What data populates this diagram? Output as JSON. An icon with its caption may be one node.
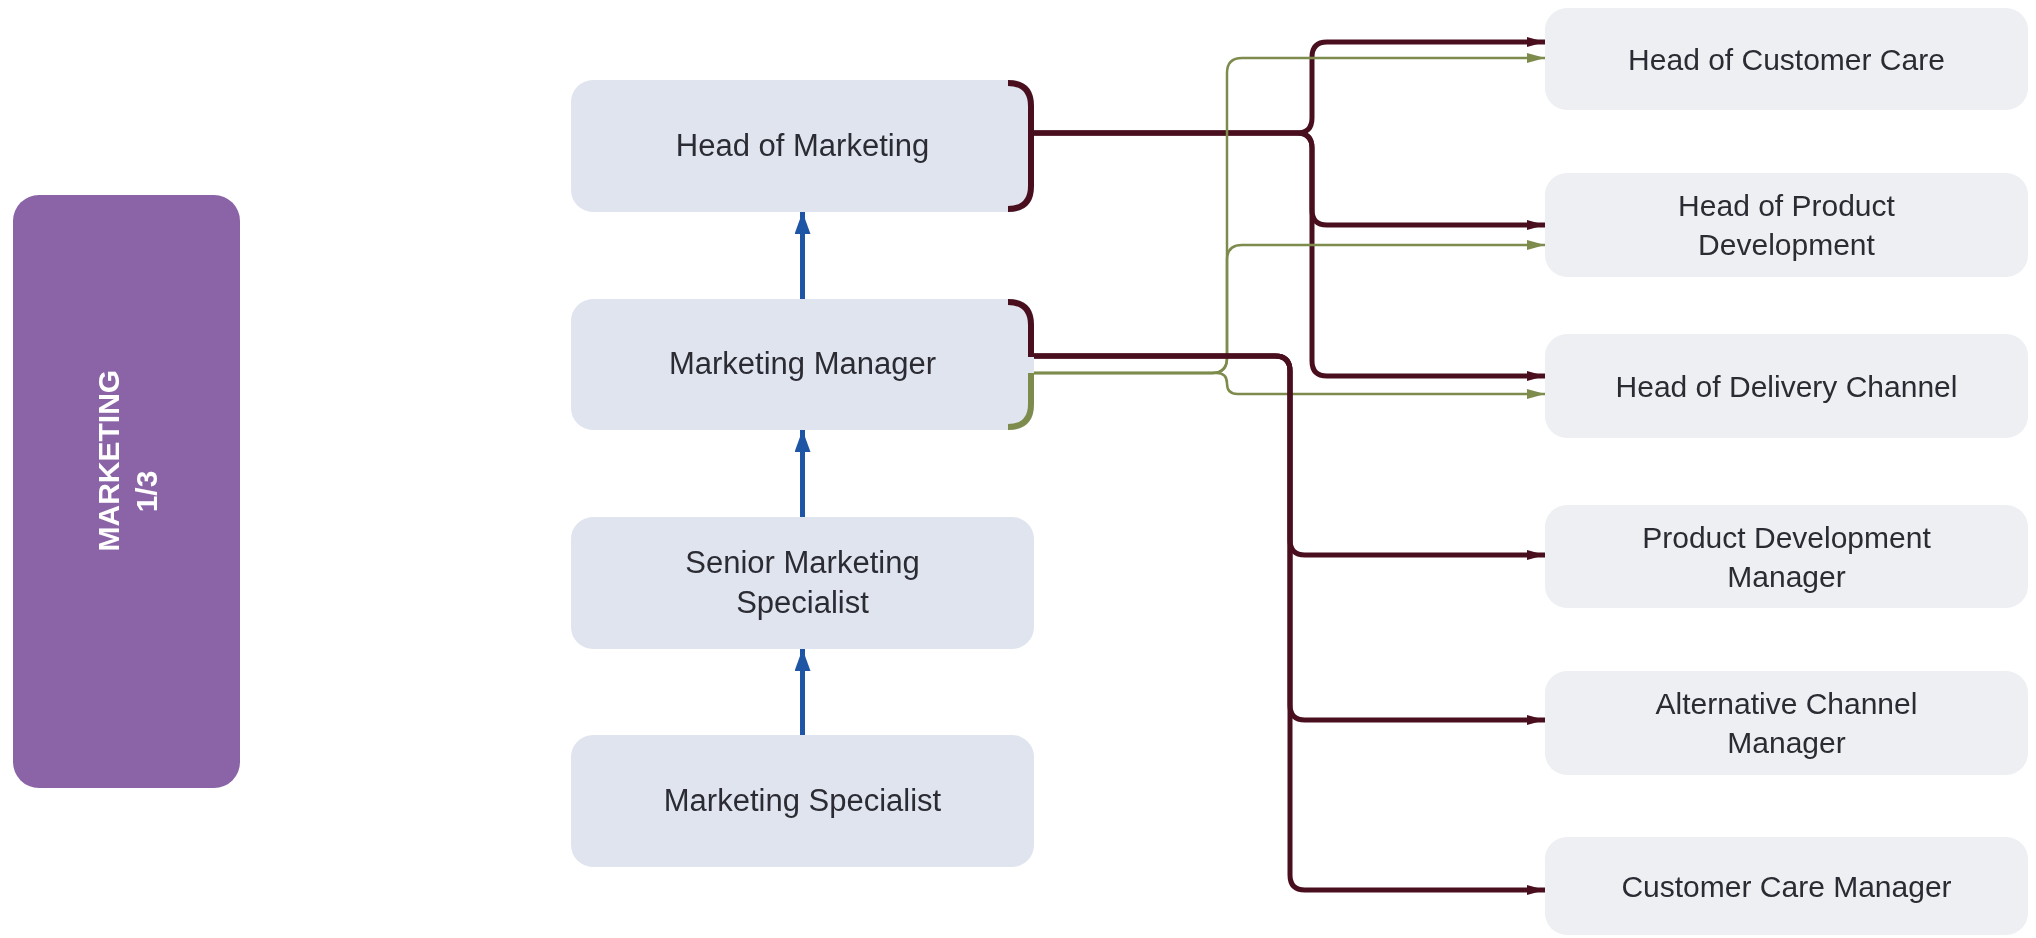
{
  "diagram": {
    "nodes": [
      {
        "text": [
          "MARKETING 1/3"
        ]
      },
      {
        "text": [
          "Head of Marketing"
        ]
      },
      {
        "text": [
          "Marketing Manager"
        ]
      },
      {
        "text": [
          "Senior Marketing Specialist"
        ]
      },
      {
        "text": [
          "Marketing Specialist"
        ]
      },
      {
        "text": [
          "Head of Customer Care"
        ]
      },
      {
        "text": [
          "Head of Product Development"
        ]
      },
      {
        "text": [
          "Head of Delivery Channel"
        ]
      },
      {
        "text": [
          "Product Development Manager"
        ]
      },
      {
        "text": [
          "Alternative Channel Manager"
        ]
      },
      {
        "text": [
          "Customer Care Manager"
        ]
      }
    ],
    "edges": [
      {
        "from": 4,
        "to": 3,
        "arrow": "to",
        "color": "#1f55a5"
      },
      {
        "from": 3,
        "to": 2,
        "arrow": "to",
        "color": "#1f55a5"
      },
      {
        "from": 2,
        "to": 1,
        "arrow": "to",
        "color": "#1f55a5"
      },
      {
        "from": 1,
        "to": 5,
        "arrow": "to"
      },
      {
        "from": 1,
        "to": 6,
        "arrow": "to"
      },
      {
        "from": 1,
        "to": 7,
        "arrow": "to"
      },
      {
        "from": 2,
        "to": 5,
        "arrow": "to",
        "color": "#7d8b4c"
      },
      {
        "from": 2,
        "to": 6,
        "arrow": "to",
        "color": "#7d8b4c"
      },
      {
        "from": 2,
        "to": 7,
        "arrow": "to",
        "color": "#7d8b4c"
      },
      {
        "from": 2,
        "to": 8,
        "arrow": "to"
      },
      {
        "from": 2,
        "to": 9,
        "arrow": "to"
      },
      {
        "from": 2,
        "to": 10,
        "arrow": "to"
      }
    ]
  }
}
